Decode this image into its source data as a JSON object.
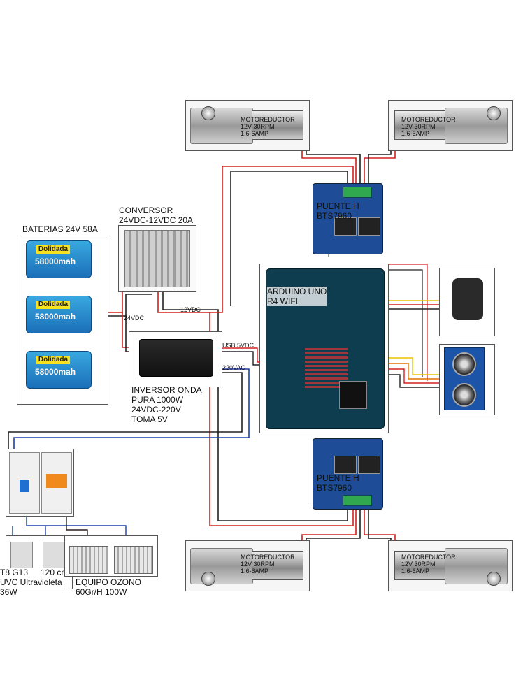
{
  "motors": [
    {
      "label": "MOTOREDUCTOR\n12V 30RPM\n1.6-6AMP"
    },
    {
      "label": "MOTOREDUCTOR\n12V 30RPM\n1.6-6AMP"
    },
    {
      "label": "MOTOREDUCTOR\n12V 30RPM\n1.6-6AMP"
    },
    {
      "label": "MOTOREDUCTOR\n12V 30RPM\n1.6-6AMP"
    }
  ],
  "hbridges": [
    {
      "label": "PUENTE H\nBTS7960"
    },
    {
      "label": "PUENTE H\nBTS7960"
    }
  ],
  "converter": {
    "label": "CONVERSOR\n24VDC-12VDC 20A"
  },
  "batteries": {
    "label": "BATERIAS 24V 58A",
    "brand": "Dolidada",
    "capacity": "58000mah"
  },
  "arduino": {
    "label": "ARDUINO UNO\nR4 WIFI"
  },
  "inverter": {
    "label": "INVERSOR ONDA\nPURA 1000W\n24VDC-220V\nTOMA 5V"
  },
  "wire_labels": {
    "v24": "24VDC",
    "v12": "12VDC",
    "usb": "USB 5VDC",
    "vac": "220VAC"
  },
  "uv_lamp": {
    "label_a": "T8 G13\nUVC Ultravioleta\n36W",
    "label_b": "120 cm"
  },
  "ozone": {
    "label": "EQUIPO OZONO\n60Gr/H 100W"
  },
  "colors": {
    "power_red": "#d42020",
    "ground_black": "#222222",
    "ac_blue": "#1a3fae",
    "signal_yellow": "#e8c400",
    "hbridge_blue": "#1e4c96"
  }
}
